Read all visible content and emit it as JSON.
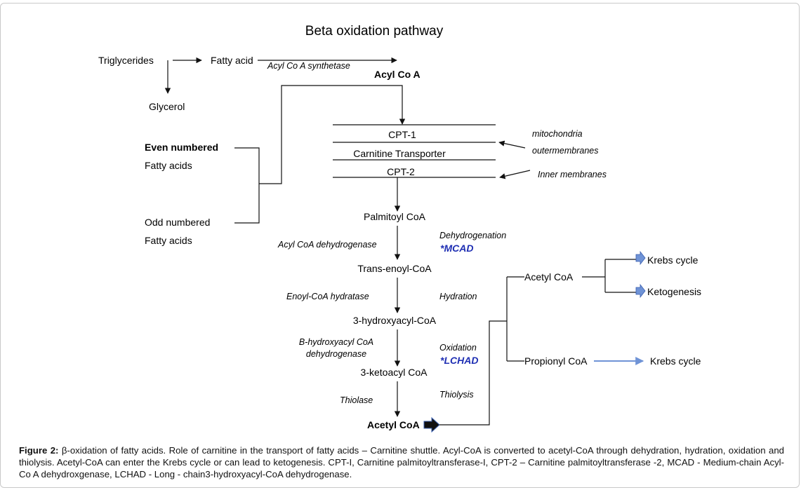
{
  "title": "Beta oxidation pathway",
  "top": {
    "triglycerides": "Triglycerides",
    "fatty_acid": "Fatty acid",
    "acyl_coa_synthetase": "Acyl Co A synthetase",
    "acyl_co_a": "Acyl Co A",
    "glycerol": "Glycerol"
  },
  "left": {
    "even_numbered": "Even numbered",
    "fatty_acids_1": "Fatty  acids",
    "odd_numbered": "Odd numbered",
    "fatty_acids_2": "Fatty acids"
  },
  "membranes": {
    "cpt1": "CPT-1",
    "carnitine_transporter": "Carnitine Transporter",
    "cpt2": "CPT-2",
    "mitochondria": "mitochondria",
    "outer": "outermembranes",
    "inner": "Inner membranes"
  },
  "pathway": {
    "palmitoyl": "Palmitoyl CoA",
    "trans_enoyl": "Trans-enoyl-CoA",
    "hydroxyacyl": "3-hydroxyacyl-CoA",
    "ketoacyl": "3-ketoacyl CoA",
    "acetyl_final": "Acetyl CoA"
  },
  "enzymes": {
    "acyl_dehydrogenase": "Acyl CoA dehydrogenase",
    "enoyl_hydratase": "Enoyl-CoA hydratase",
    "b_hydroxy_1": "B-hydroxyacyl CoA",
    "b_hydroxy_2": "dehydrogenase",
    "thiolase": "Thiolase"
  },
  "steps": {
    "dehydrogenation": "Dehydrogenation",
    "mcad": "*MCAD",
    "hydration": "Hydration",
    "oxidation": "Oxidation",
    "lchad": "*LCHAD",
    "thiolysis": "Thiolysis"
  },
  "right": {
    "acetyl_coa": "Acetyl CoA",
    "krebs1": "Krebs cycle",
    "ketogenesis": "Ketogenesis",
    "propionyl": "Propionyl CoA",
    "krebs2": "Krebs cycle"
  },
  "caption": {
    "label": "Figure 2:",
    "text": " β-oxidation of fatty acids. Role of carnitine in the transport of fatty acids – Carnitine shuttle. Acyl-CoA is converted to acetyl-CoA through dehydration, hydration, oxidation and thiolysis. Acetyl-CoA can enter the Krebs cycle or can lead to ketogenesis. CPT-I, Carnitine palmitoyltransferase-I, CPT-2 – Carnitine palmitoyltransferase -2, MCAD - Medium-chain Acyl-Co A dehydroxgenase, LCHAD - Long - chain3-hydroxyacyl-CoA dehydrogenase."
  },
  "colors": {
    "accent_blue": "#1f2fb3",
    "arrow_blue": "#6f93d6",
    "line": "#111111"
  }
}
